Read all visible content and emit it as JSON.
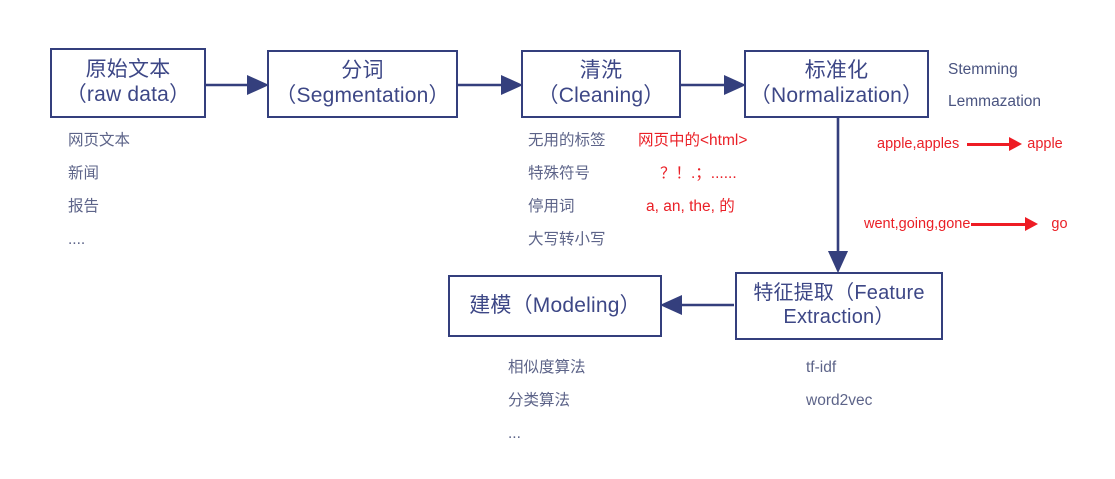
{
  "diagram": {
    "title": "NLP text processing pipeline",
    "colors": {
      "box_border": "#343f7d",
      "box_text": "#3d4786",
      "sub_text": "#5d6489",
      "example_red": "#ea2027",
      "arrow": "#343f7d",
      "red_arrow": "#ee1c24",
      "background": "#ffffff"
    },
    "nodes": {
      "raw_data": {
        "line1": "原始文本",
        "line2": "（raw data）"
      },
      "segmentation": {
        "line1": "分词",
        "line2": "（Segmentation）"
      },
      "cleaning": {
        "line1": "清洗",
        "line2": "（Cleaning）"
      },
      "normalization": {
        "line1": "标准化",
        "line2": "（Normalization）"
      },
      "feature_extraction": {
        "line1": "特征提取（Feature",
        "line2": "Extraction）"
      },
      "modeling": {
        "line1": "建模（Modeling）",
        "line2": ""
      }
    },
    "raw_data_items": [
      {
        "term": "网页文本"
      },
      {
        "term": "新闻"
      },
      {
        "term": "报告"
      },
      {
        "term": "...."
      }
    ],
    "cleaning_items": [
      {
        "term": "无用的标签",
        "example": "网页中的<html>"
      },
      {
        "term": "特殊符号",
        "example": "？！.；......"
      },
      {
        "term": "停用词",
        "example": "a, an, the, 的"
      },
      {
        "term": "大写转小写",
        "example": ""
      }
    ],
    "normalization_notes": [
      {
        "term": "Stemming"
      },
      {
        "term": "Lemmazation"
      }
    ],
    "normalization_mappings": [
      {
        "source": "apple,apples",
        "target": "apple"
      },
      {
        "source": "went,going,gone",
        "target": "go"
      }
    ],
    "feature_extraction_items": [
      {
        "term": "tf-idf"
      },
      {
        "term": "word2vec"
      }
    ],
    "modeling_items": [
      {
        "term": "相似度算法"
      },
      {
        "term": "分类算法"
      },
      {
        "term": "..."
      }
    ]
  }
}
